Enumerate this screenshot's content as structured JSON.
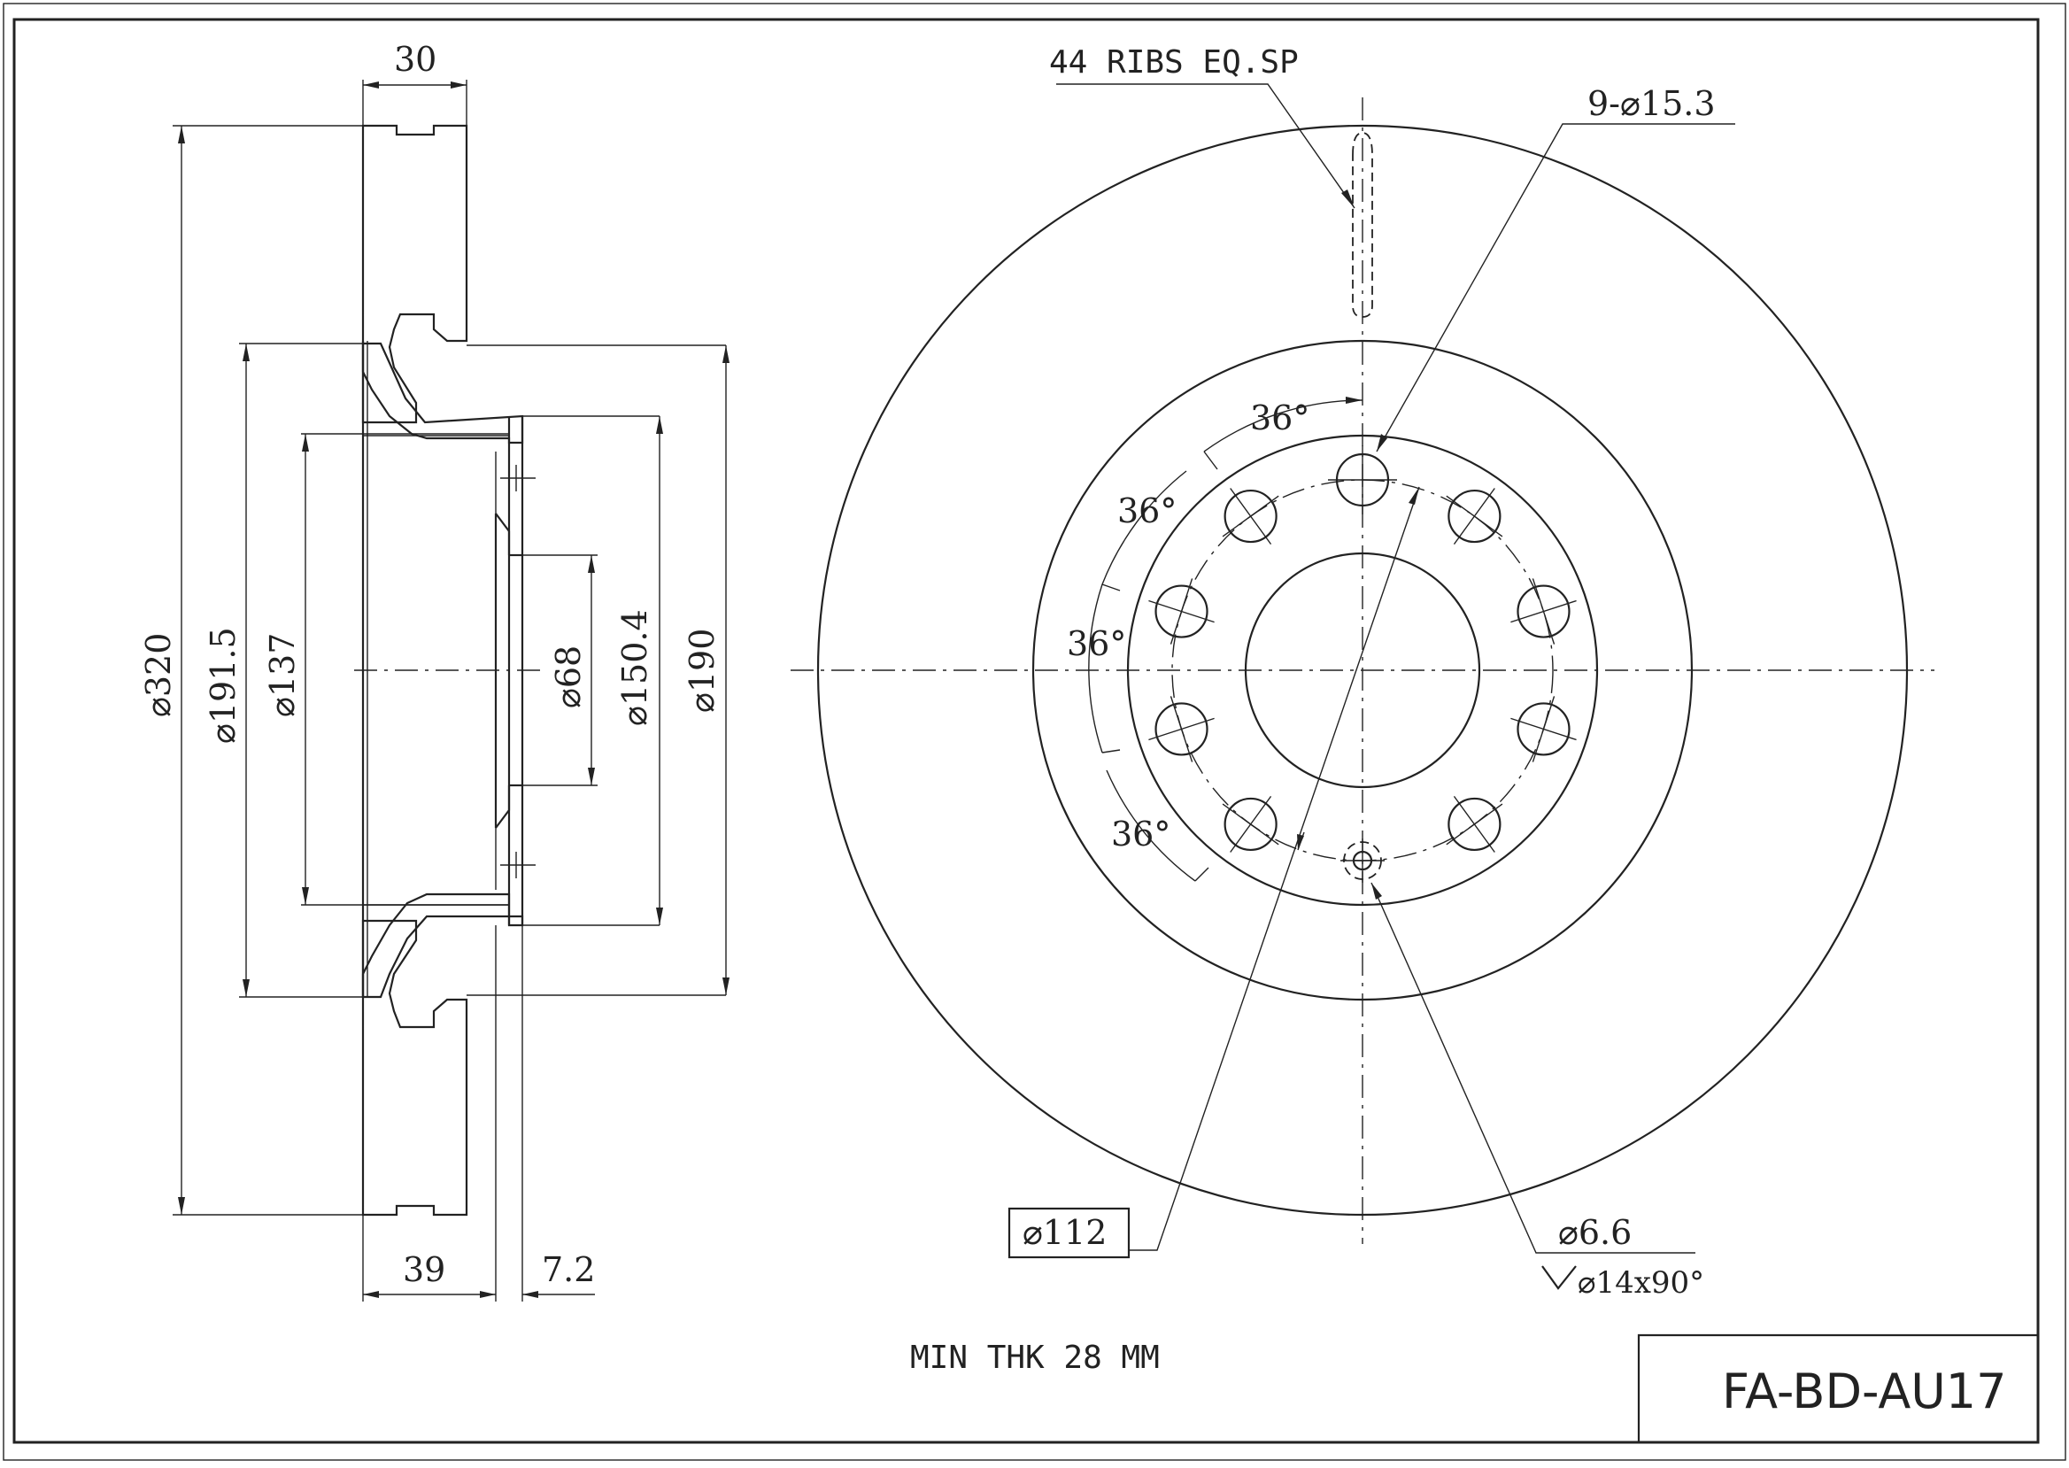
{
  "drawing": {
    "part_number": "FA-BD-AU17",
    "min_thickness_note": "MIN THK 28 MM",
    "section_view": {
      "dim_thickness": "30",
      "dim_outer_diameter": "⌀320",
      "dim_hat_outer": "⌀191.5",
      "dim_hat_inner": "⌀137",
      "dim_bore": "⌀68",
      "dim_mount_face": "⌀150.4",
      "dim_hat_face": "⌀190",
      "dim_overall_height": "39",
      "dim_hat_thickness": "7.2"
    },
    "front_view": {
      "ribs_note": "44 RIBS EQ.SP",
      "bolt_holes_note": "9-⌀15.3",
      "angle_1": "36°",
      "angle_2": "36°",
      "angle_3": "36°",
      "angle_4": "36°",
      "pcd_label": "⌀112",
      "small_hole_label": "⌀6.6",
      "countersink_label": "⌀14x90°"
    }
  }
}
